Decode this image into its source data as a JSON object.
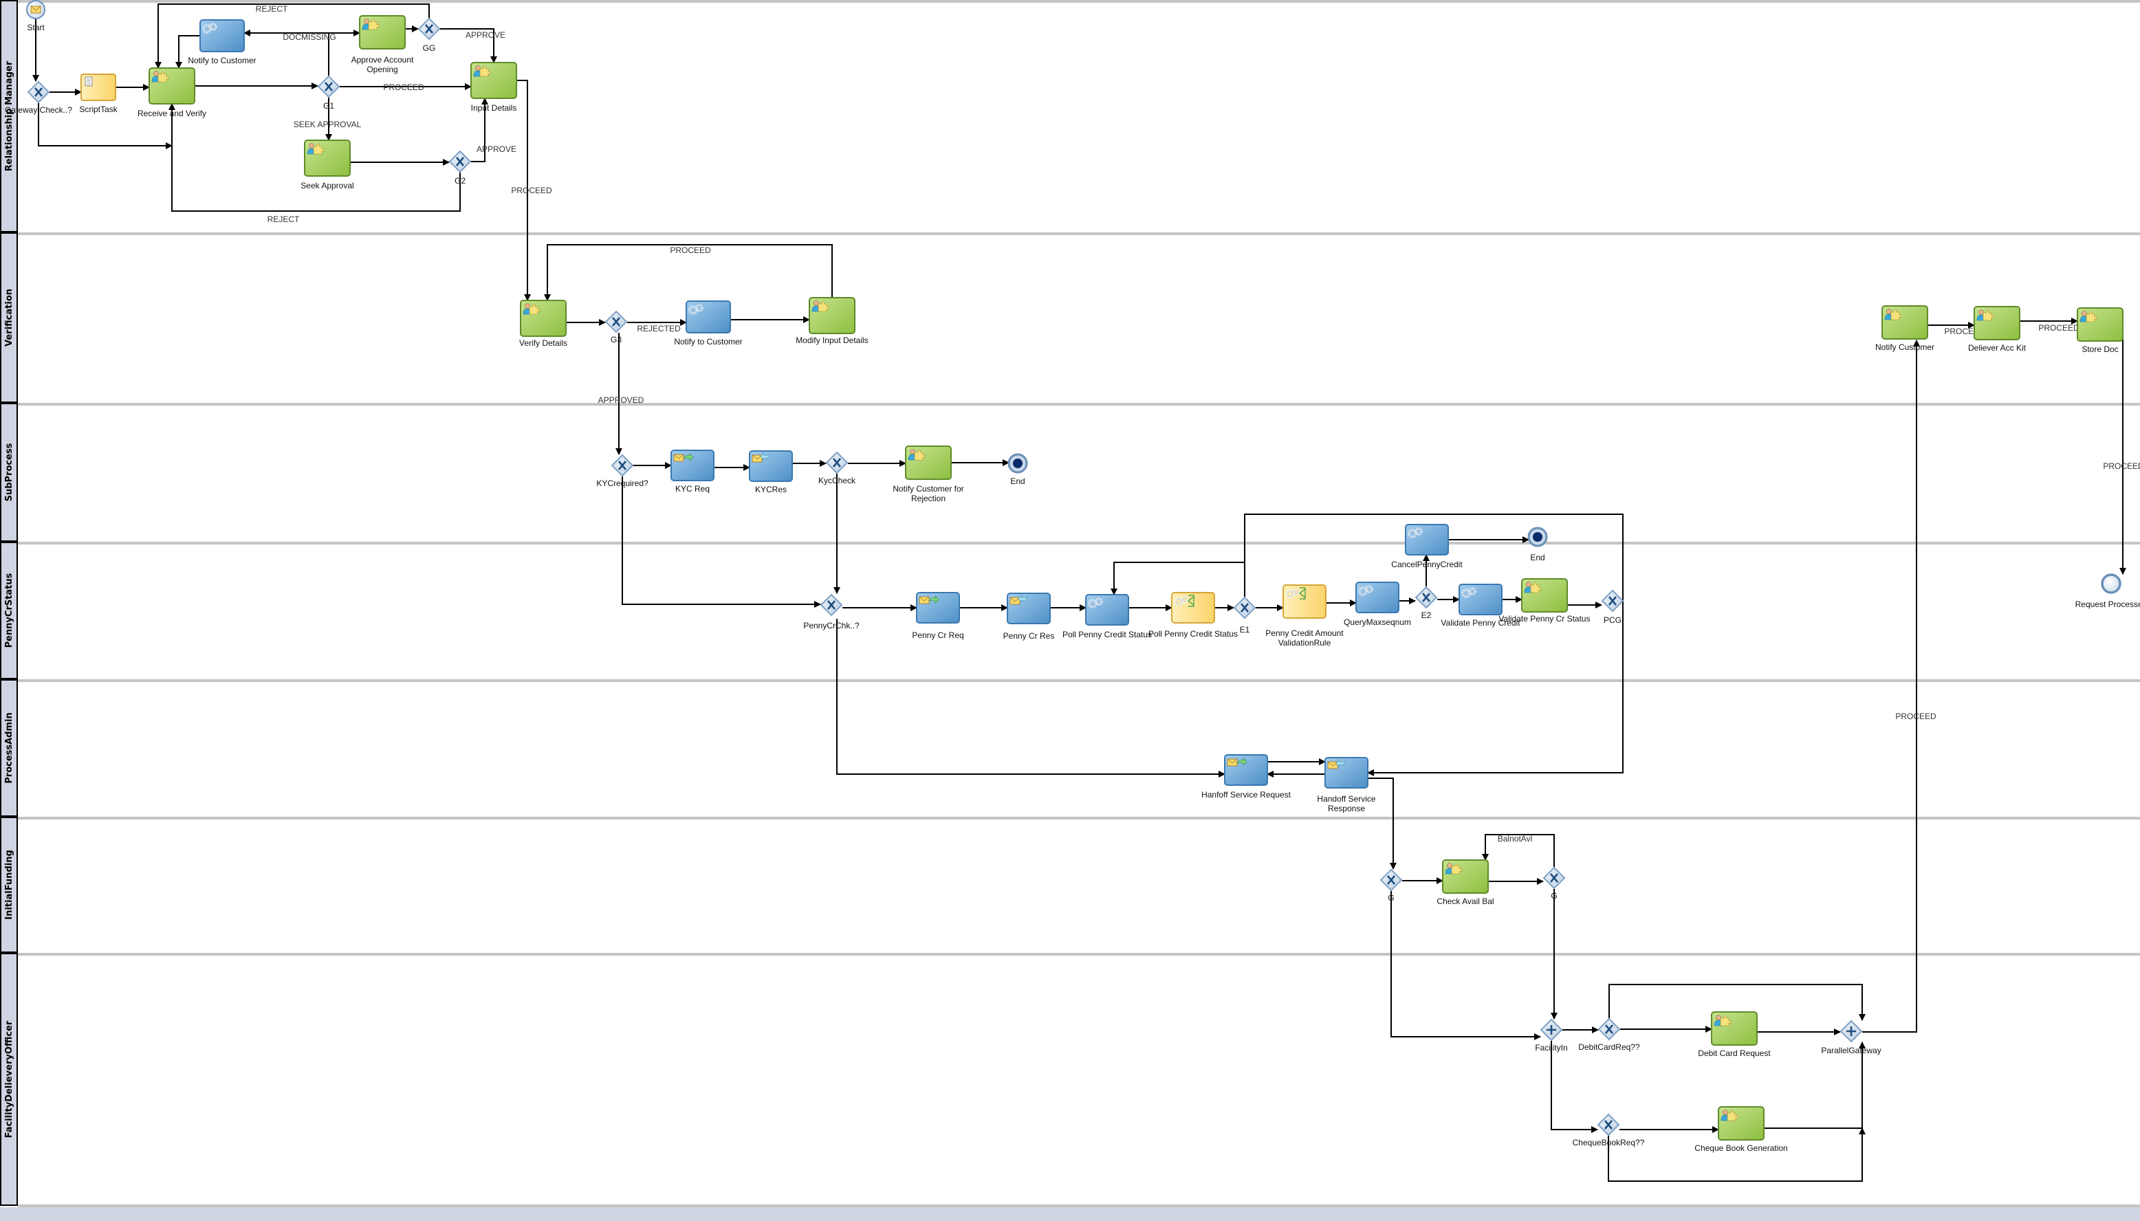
{
  "lanes": [
    {
      "id": "rm",
      "label": "Relationship Manager"
    },
    {
      "id": "ver",
      "label": "Verification"
    },
    {
      "id": "sub",
      "label": "SubProcess"
    },
    {
      "id": "pcs",
      "label": "PennyCrStatus"
    },
    {
      "id": "pa",
      "label": "ProcessAdmin"
    },
    {
      "id": "if",
      "label": "InitialFunding"
    },
    {
      "id": "fdo",
      "label": "FacilityDelieveryOfficer"
    }
  ],
  "colors": {
    "user_task": "#9bc95a",
    "service_task": "#6fa9d8",
    "script_task": "#fcd774",
    "gateway": "#d8e4f0",
    "lane_header": "#d0d5e3"
  },
  "nodes": [
    {
      "id": "start",
      "type": "start-message",
      "label": "Start"
    },
    {
      "id": "gw_check",
      "type": "gateway-x",
      "label": "Gateway Check..?"
    },
    {
      "id": "script",
      "type": "script",
      "label": "ScriptTask"
    },
    {
      "id": "receive",
      "type": "user",
      "label": "Receive and Verify"
    },
    {
      "id": "notify1",
      "type": "service",
      "label": "Notify to Customer"
    },
    {
      "id": "approve_acc",
      "type": "user",
      "label": "Approve Account Opening"
    },
    {
      "id": "gg",
      "type": "gateway-x",
      "label": "GG"
    },
    {
      "id": "g1",
      "type": "gateway-x",
      "label": "G1"
    },
    {
      "id": "input",
      "type": "user",
      "label": "Input Details"
    },
    {
      "id": "seek",
      "type": "user",
      "label": "Seek Approval"
    },
    {
      "id": "g2",
      "type": "gateway-x",
      "label": "G2"
    },
    {
      "id": "verify",
      "type": "user",
      "label": "Verify Details"
    },
    {
      "id": "g3",
      "type": "gateway-x",
      "label": "G3"
    },
    {
      "id": "notify2",
      "type": "service",
      "label": "Notify to Customer"
    },
    {
      "id": "modify",
      "type": "user",
      "label": "Modify Input Details"
    },
    {
      "id": "notify_cust",
      "type": "user",
      "label": "Notify Customer"
    },
    {
      "id": "deliver",
      "type": "user",
      "label": "Deliever Acc Kit"
    },
    {
      "id": "store",
      "type": "user",
      "label": "Store Doc"
    },
    {
      "id": "kycreq_gw",
      "type": "gateway-x",
      "label": "KYCrequired?"
    },
    {
      "id": "kycreq",
      "type": "send",
      "label": "KYC Req"
    },
    {
      "id": "kycres",
      "type": "receive",
      "label": "KYCRes"
    },
    {
      "id": "kyccheck",
      "type": "gateway-x",
      "label": "KycCheck"
    },
    {
      "id": "notify_rej",
      "type": "user",
      "label": "Notify Customer for Rejection"
    },
    {
      "id": "end1",
      "type": "end",
      "label": "End"
    },
    {
      "id": "pennychk",
      "type": "gateway-x",
      "label": "PennyCrChk..?"
    },
    {
      "id": "pennyreq",
      "type": "send",
      "label": "Penny Cr Req"
    },
    {
      "id": "pennyres",
      "type": "receive",
      "label": "Penny Cr Res"
    },
    {
      "id": "poll1",
      "type": "service",
      "label": "Poll Penny Credit Status"
    },
    {
      "id": "poll2",
      "type": "rule",
      "label": "Poll Penny Credit Status"
    },
    {
      "id": "e1",
      "type": "gateway-x",
      "label": "E1"
    },
    {
      "id": "pcamt",
      "type": "rule",
      "label": "Penny Credit Amount ValidationRule"
    },
    {
      "id": "querymax",
      "type": "service",
      "label": "QueryMaxseqnum"
    },
    {
      "id": "e2",
      "type": "gateway-x",
      "label": "E2"
    },
    {
      "id": "cancel",
      "type": "service",
      "label": "CancelPennyCredit"
    },
    {
      "id": "end2",
      "type": "end",
      "label": "End"
    },
    {
      "id": "validate_pc",
      "type": "service",
      "label": "Validate Penny Credit"
    },
    {
      "id": "validate_status",
      "type": "user",
      "label": "Validate Penny Cr Status"
    },
    {
      "id": "pcg",
      "type": "gateway-x",
      "label": "PCG"
    },
    {
      "id": "request_processed",
      "type": "end-none",
      "label": "Request Processed"
    },
    {
      "id": "hanfoff",
      "type": "send",
      "label": "Hanfoff Service Request"
    },
    {
      "id": "handoff_res",
      "type": "receive",
      "label": "Handoff Service Response"
    },
    {
      "id": "g_if1",
      "type": "gateway-x",
      "label": "G"
    },
    {
      "id": "check_bal",
      "type": "user",
      "label": "Check Avail Bal"
    },
    {
      "id": "g_if2",
      "type": "gateway-x",
      "label": "G"
    },
    {
      "id": "facilityin",
      "type": "gateway-plus",
      "label": "FacilityIn"
    },
    {
      "id": "debitreq",
      "type": "gateway-x",
      "label": "DebitCardReq??"
    },
    {
      "id": "debitcard",
      "type": "user",
      "label": "Debit Card Request"
    },
    {
      "id": "parallel",
      "type": "gateway-plus",
      "label": "ParallelGateway"
    },
    {
      "id": "chequereq",
      "type": "gateway-x",
      "label": "ChequeBookReq??"
    },
    {
      "id": "chequebook",
      "type": "user",
      "label": "Cheque Book Generation"
    }
  ],
  "flow_labels": [
    "REJECT",
    "DOCMISSING",
    "APPROVE",
    "PROCEED",
    "SEEK APPROVAL",
    "APPROVE",
    "REJECT",
    "PROCEED",
    "PROCEED",
    "REJECTED",
    "APPROVED",
    "PROCEED",
    "PROCEED",
    "PROCEED",
    "PROCEED",
    "BalnotAvl"
  ]
}
